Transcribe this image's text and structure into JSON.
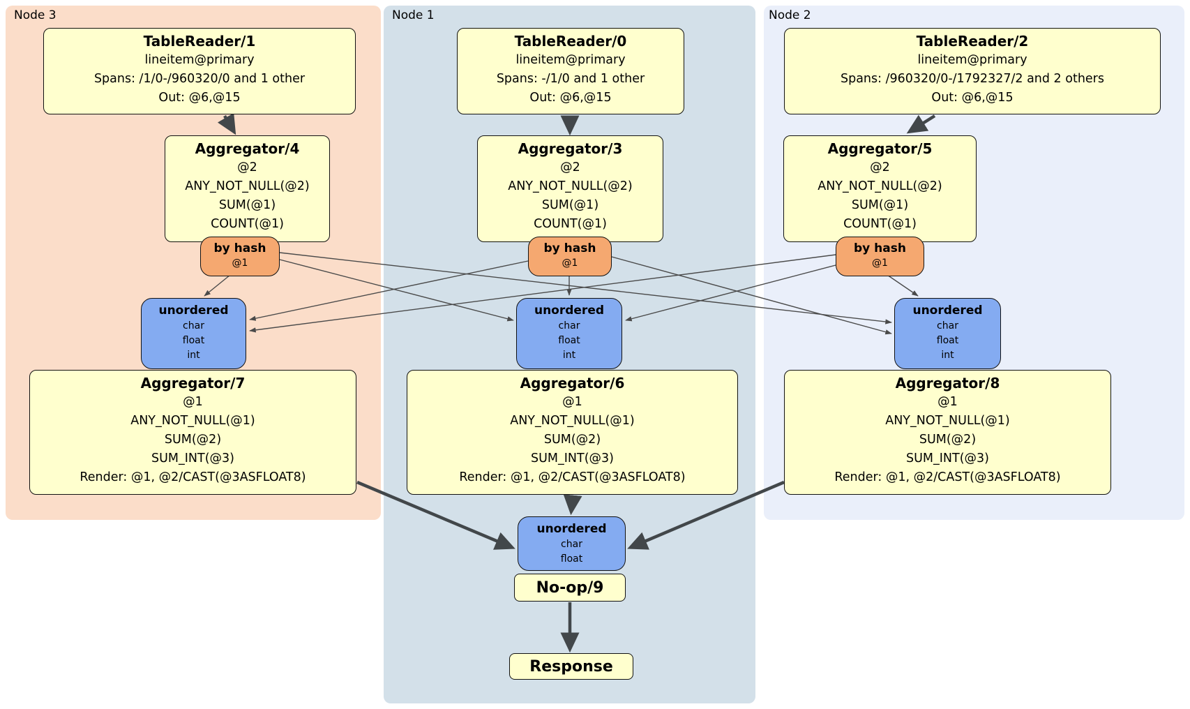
{
  "nodes": [
    {
      "label": "Node 3",
      "table_reader": {
        "title": "TableReader/1",
        "lines": [
          "lineitem@primary",
          "Spans: /1/0-/960320/0 and 1 other",
          "Out: @6,@15"
        ]
      },
      "aggregator_top": {
        "title": "Aggregator/4",
        "lines": [
          "@2",
          "ANY_NOT_NULL(@2)",
          "SUM(@1)",
          "COUNT(@1)"
        ]
      },
      "router": {
        "title": "by hash",
        "lines": [
          "@1"
        ]
      },
      "sync": {
        "title": "unordered",
        "lines": [
          "char",
          "float",
          "int"
        ]
      },
      "aggregator_bottom": {
        "title": "Aggregator/7",
        "lines": [
          "@1",
          "ANY_NOT_NULL(@1)",
          "SUM(@2)",
          "SUM_INT(@3)",
          "Render: @1, @2/CAST(@3ASFLOAT8)"
        ]
      }
    },
    {
      "label": "Node 1",
      "table_reader": {
        "title": "TableReader/0",
        "lines": [
          "lineitem@primary",
          "Spans: -/1/0 and 1 other",
          "Out: @6,@15"
        ]
      },
      "aggregator_top": {
        "title": "Aggregator/3",
        "lines": [
          "@2",
          "ANY_NOT_NULL(@2)",
          "SUM(@1)",
          "COUNT(@1)"
        ]
      },
      "router": {
        "title": "by hash",
        "lines": [
          "@1"
        ]
      },
      "sync": {
        "title": "unordered",
        "lines": [
          "char",
          "float",
          "int"
        ]
      },
      "aggregator_bottom": {
        "title": "Aggregator/6",
        "lines": [
          "@1",
          "ANY_NOT_NULL(@1)",
          "SUM(@2)",
          "SUM_INT(@3)",
          "Render: @1, @2/CAST(@3ASFLOAT8)"
        ]
      }
    },
    {
      "label": "Node 2",
      "table_reader": {
        "title": "TableReader/2",
        "lines": [
          "lineitem@primary",
          "Spans: /960320/0-/1792327/2 and 2 others",
          "Out: @6,@15"
        ]
      },
      "aggregator_top": {
        "title": "Aggregator/5",
        "lines": [
          "@2",
          "ANY_NOT_NULL(@2)",
          "SUM(@1)",
          "COUNT(@1)"
        ]
      },
      "router": {
        "title": "by hash",
        "lines": [
          "@1"
        ]
      },
      "sync": {
        "title": "unordered",
        "lines": [
          "char",
          "float",
          "int"
        ]
      },
      "aggregator_bottom": {
        "title": "Aggregator/8",
        "lines": [
          "@1",
          "ANY_NOT_NULL(@1)",
          "SUM(@2)",
          "SUM_INT(@3)",
          "Render: @1, @2/CAST(@3ASFLOAT8)"
        ]
      }
    }
  ],
  "final": {
    "sync": {
      "title": "unordered",
      "lines": [
        "char",
        "float"
      ]
    },
    "noop": {
      "title": "No-op/9"
    },
    "response": {
      "title": "Response"
    }
  },
  "colors": {
    "processor_fill": "#ffffce",
    "router_fill": "#f5a870",
    "sync_fill": "#84abf1",
    "node3_bg": "#fbddc9",
    "node1_bg": "#d3e0e9",
    "node2_bg": "#eaeffa",
    "edge_thin": "#4a4a4a",
    "edge_thick": "#42474a"
  }
}
